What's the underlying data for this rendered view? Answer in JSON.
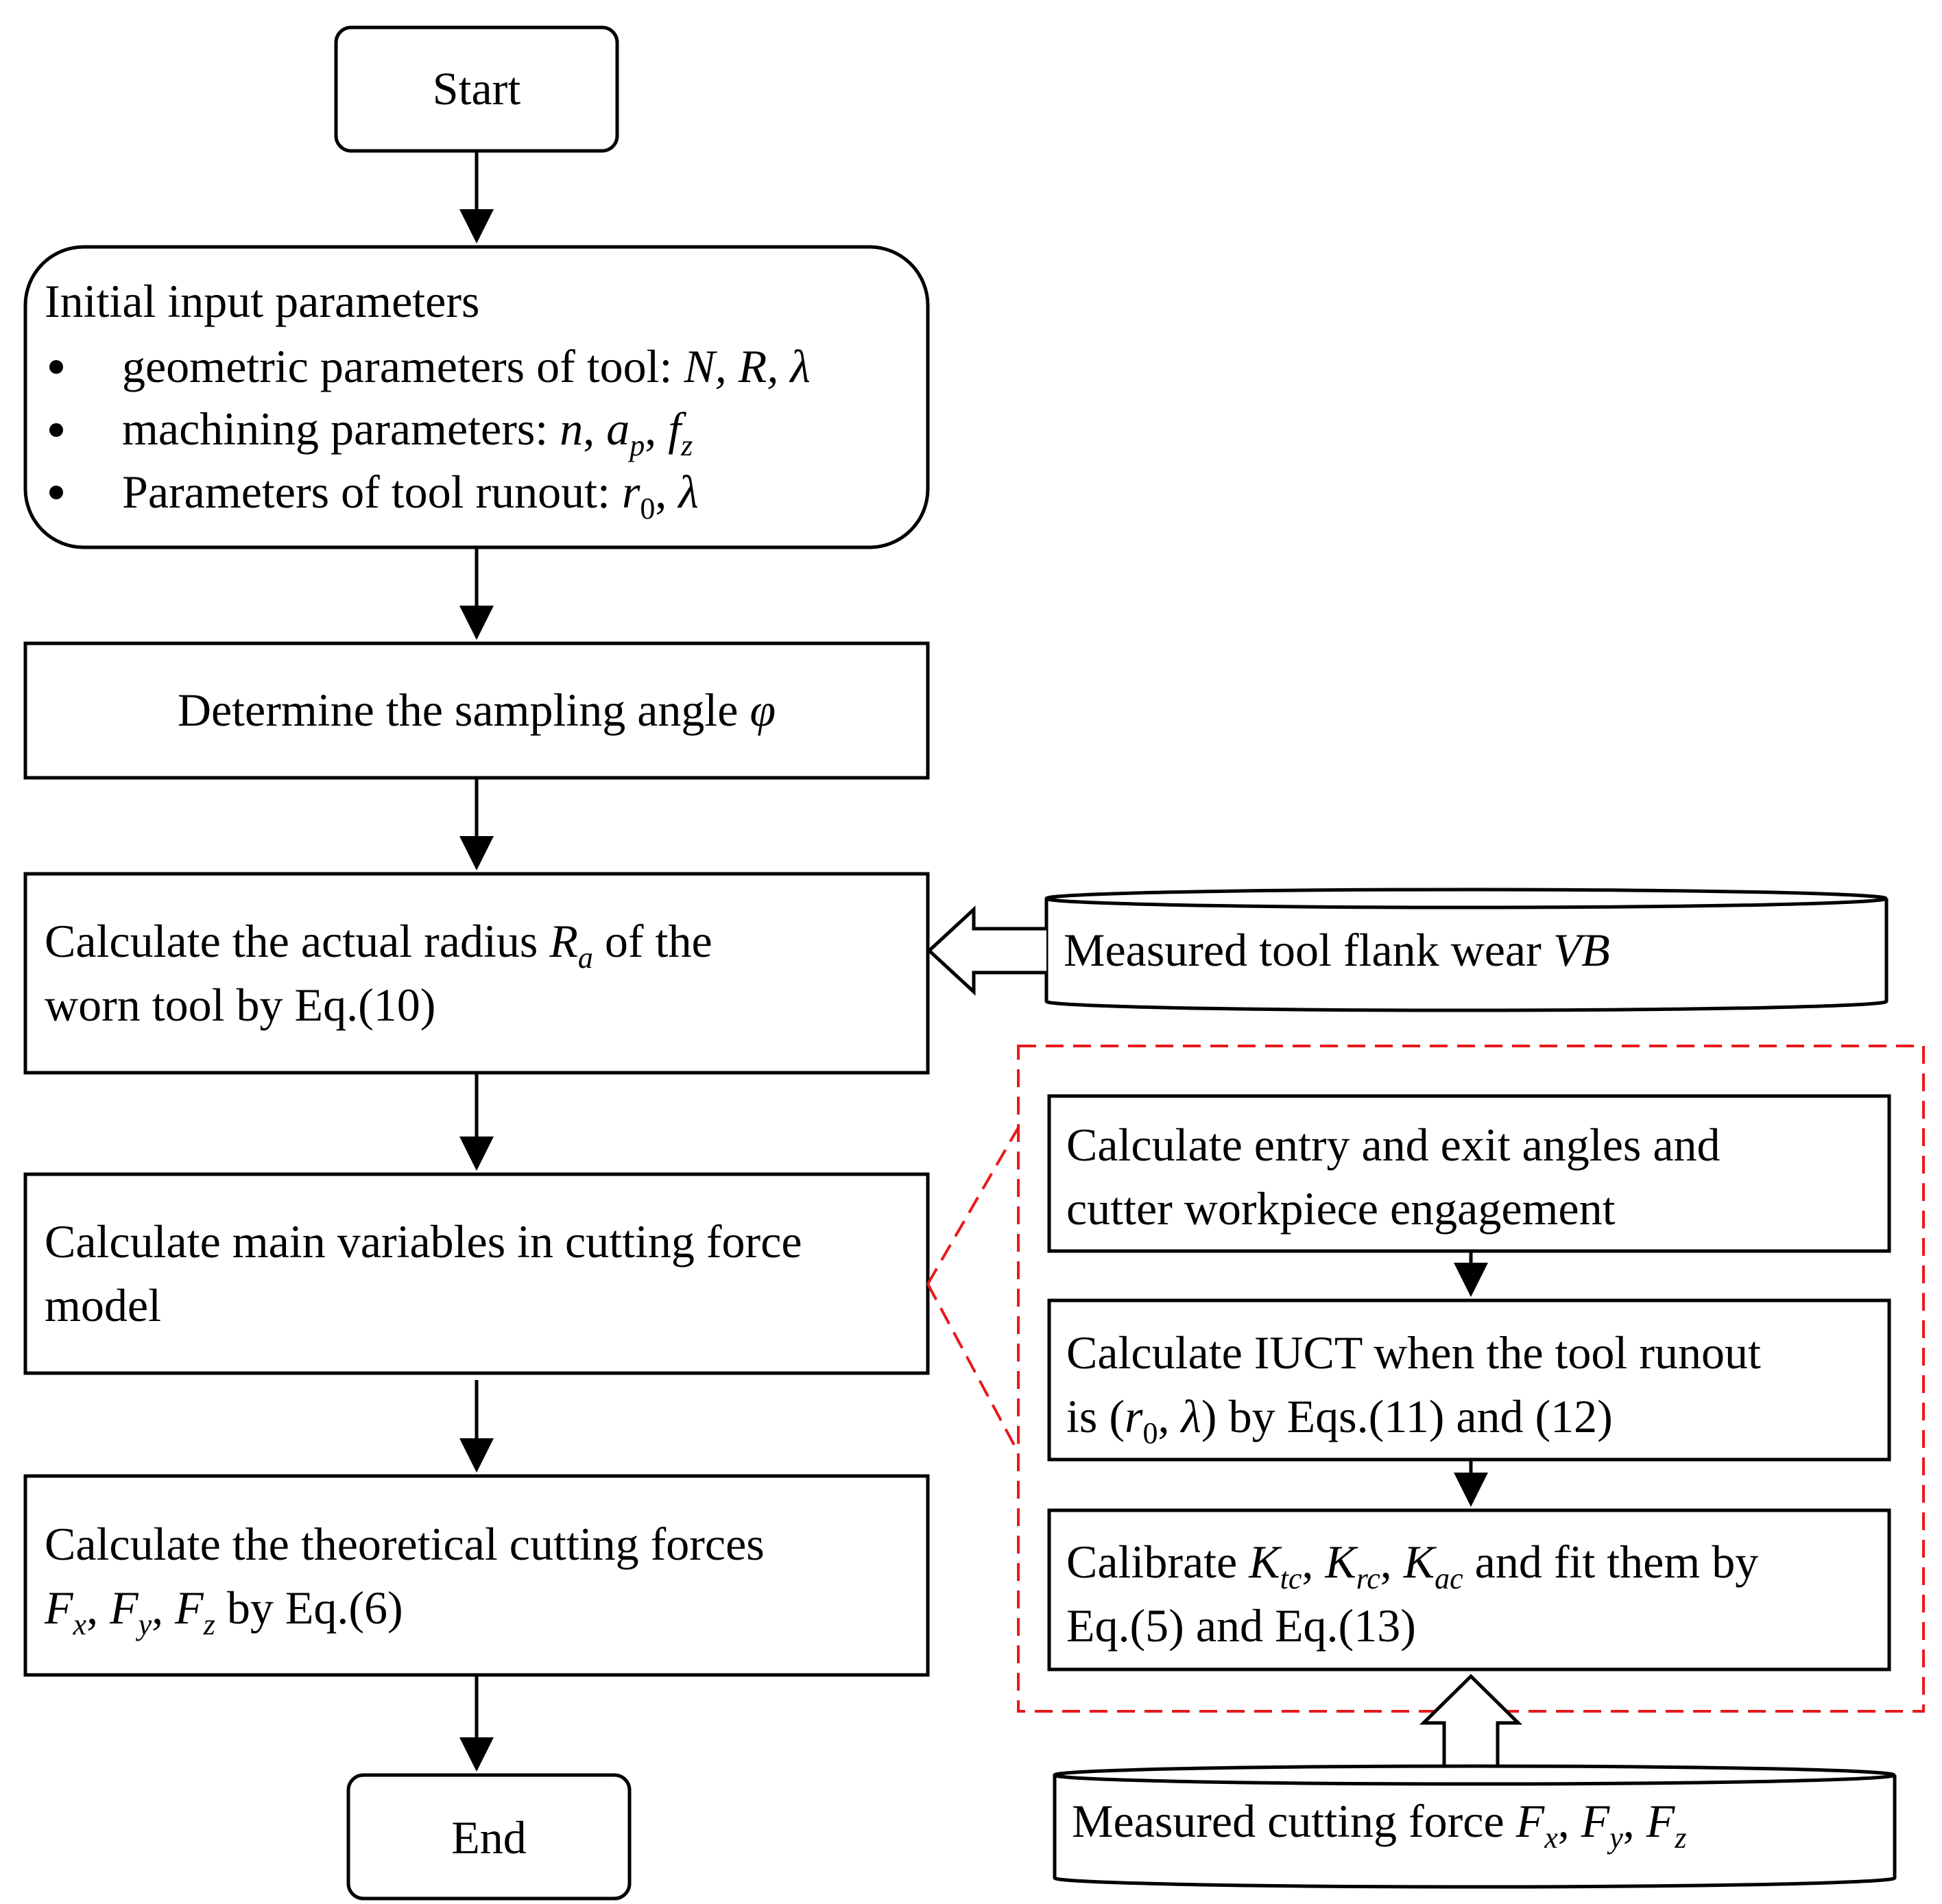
{
  "start": "Start",
  "init": {
    "title": "Initial input parameters",
    "b1": {
      "text": "geometric parameters of tool: ",
      "vars": "N, R, λ"
    },
    "b2": {
      "text": "machining parameters: ",
      "n": "n",
      "a": "a",
      "a_sub": "p",
      "f": "f",
      "f_sub": "z"
    },
    "b3": {
      "text": "Parameters of tool runout: ",
      "r": "r",
      "r_sub": "0",
      "lambda": "λ"
    }
  },
  "sampling": {
    "text": "Determine the sampling angle ",
    "phi": "φ"
  },
  "radius": {
    "l1a": "Calculate the actual radius ",
    "R": "R",
    "R_sub": "a",
    "l1b": " of the",
    "l2": "worn tool by Eq.(10)"
  },
  "vb": {
    "text": "Measured tool flank wear ",
    "var": "VB"
  },
  "mainvars": {
    "l1": "Calculate main variables in cutting force",
    "l2": "model"
  },
  "forces": {
    "l1": "Calculate the theoretical cutting forces",
    "F": "F",
    "x": "x",
    "y": "y",
    "z": "z",
    "l2b": " by Eq.(6)"
  },
  "end": "End",
  "entry": {
    "l1": "Calculate entry and exit angles and",
    "l2": "cutter workpiece engagement"
  },
  "iuct": {
    "l1": "Calculate IUCT when the tool runout",
    "l2a": "is (",
    "r": "r",
    "r_sub": "0",
    "lambda": "λ",
    "l2b": ") by Eqs.(11) and (12)"
  },
  "calib": {
    "l1a": "Calibrate ",
    "K": "K",
    "tc": "tc",
    "rc": "rc",
    "ac": "ac",
    "l1b": " and fit them by",
    "l2": "Eq.(5)  and Eq.(13)"
  },
  "measured_force": {
    "text": "Measured cutting force ",
    "F": "F",
    "x": "x",
    "y": "y",
    "z": "z"
  }
}
